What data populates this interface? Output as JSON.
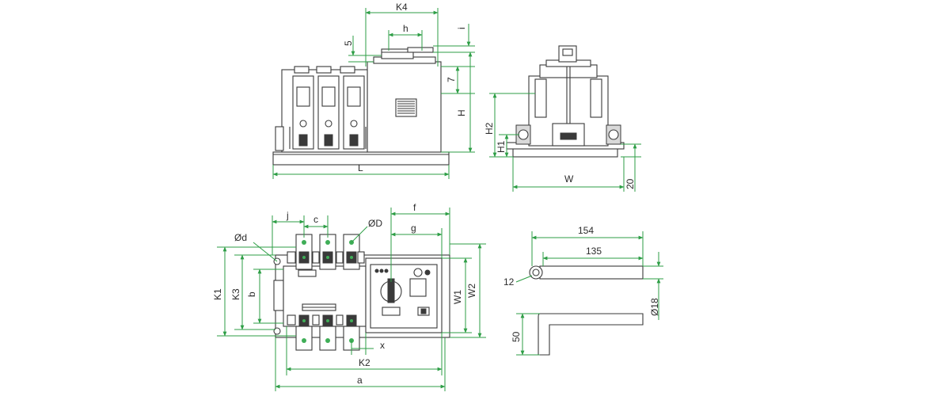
{
  "front_view": {
    "dimensions": {
      "K4": "K4",
      "h": "h",
      "i": "i",
      "five": "5",
      "seven": "7",
      "H": "H",
      "L": "L"
    }
  },
  "side_view": {
    "dimensions": {
      "H2": "H2",
      "H1": "H1",
      "W": "W",
      "twenty": "20"
    }
  },
  "top_view": {
    "dimensions": {
      "j": "j",
      "c": "c",
      "f": "f",
      "D": "ØD",
      "d": "Ød",
      "g": "g",
      "K1": "K1",
      "K3": "K3",
      "b": "b",
      "W1": "W1",
      "W2": "W2",
      "x": "x",
      "K2": "K2",
      "a": "a"
    }
  },
  "handle_view": {
    "dimensions": {
      "len154": "154",
      "len135": "135",
      "dia12": "12",
      "dia18": "Ø18",
      "h50": "50"
    }
  },
  "colors": {
    "dimension_line": "#2e9e46",
    "outline": "#3a3a3a"
  }
}
